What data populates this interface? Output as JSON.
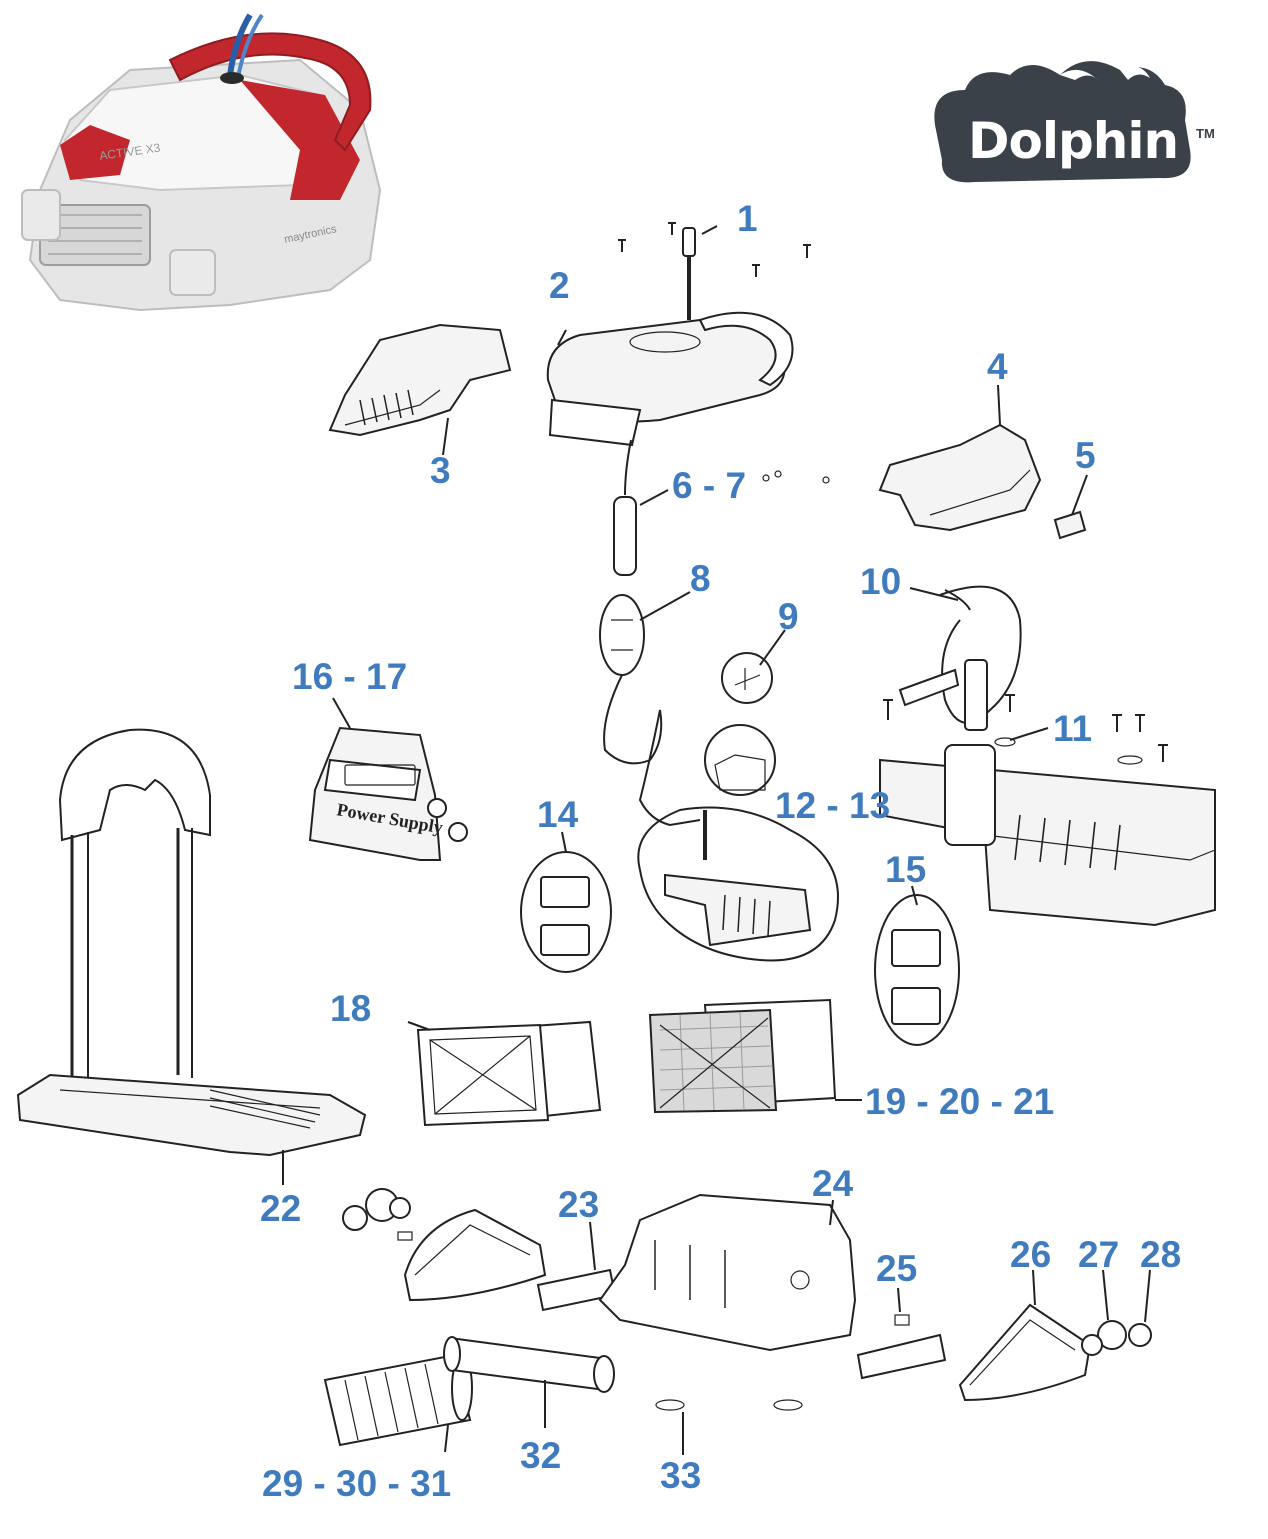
{
  "brand": {
    "logo_text": "Dolphin",
    "trademark": "TM"
  },
  "product_photo": {
    "model_label": "ACTIVE X3",
    "maker_label": "maytronics"
  },
  "power_supply_label": "Power Supply",
  "callouts": [
    "1",
    "2",
    "3",
    "4",
    "5",
    "6 - 7",
    "8",
    "9",
    "10",
    "11",
    "12 - 13",
    "14",
    "15",
    "16 - 17",
    "18",
    "19 - 20 - 21",
    "22",
    "23",
    "24",
    "25",
    "26",
    "27",
    "28",
    "29 - 30 - 31",
    "32",
    "33"
  ],
  "colors": {
    "callout": "#3f7bbd",
    "robot_red": "#c1272d",
    "logo_dark": "#3b4148"
  }
}
